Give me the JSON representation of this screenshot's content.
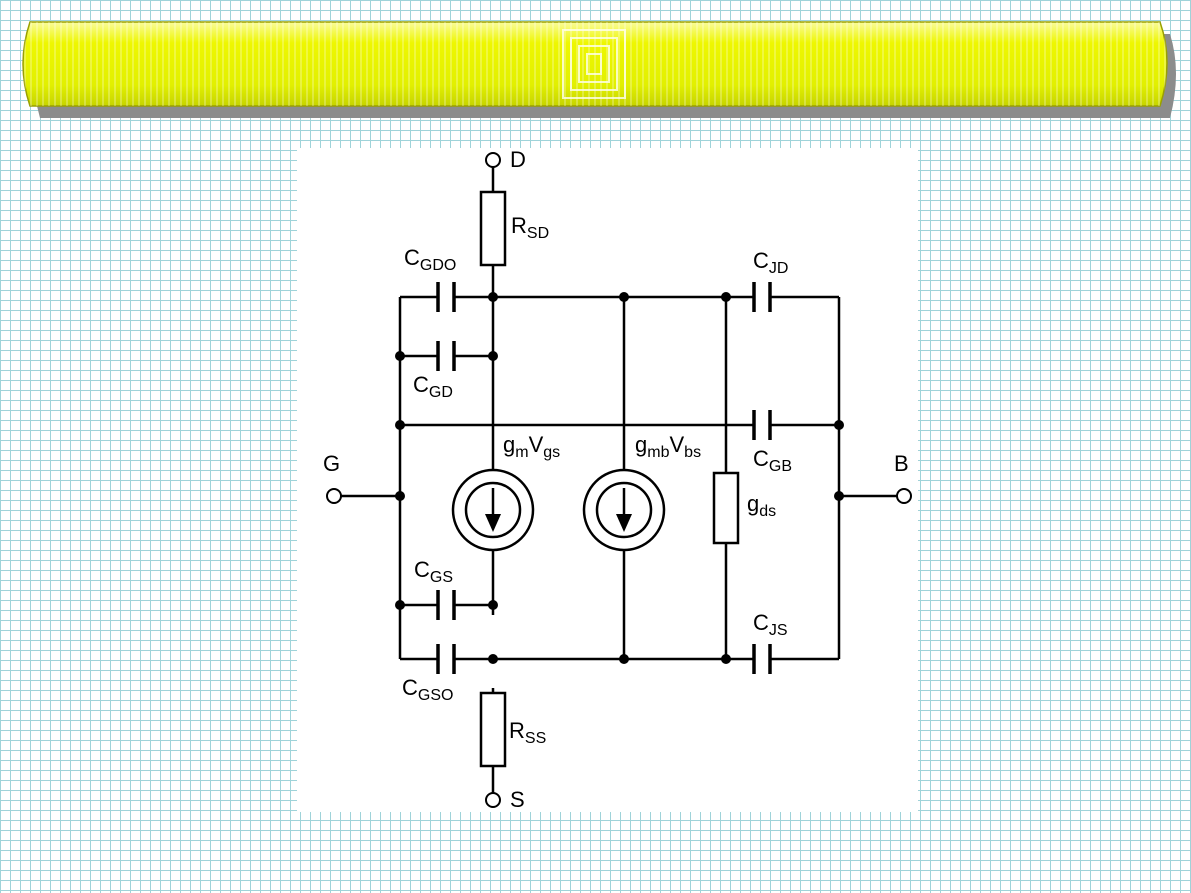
{
  "colors": {
    "grid": "#9fd3d9",
    "banner_fill": "#e6f200",
    "banner_shadow": "#8c8c8c",
    "line": "#000000"
  },
  "terminals": {
    "drain": "D",
    "source": "S",
    "gate": "G",
    "bulk": "B"
  },
  "components": {
    "rsd": {
      "main": "R",
      "sub": "SD"
    },
    "rss": {
      "main": "R",
      "sub": "SS"
    },
    "cgdo": {
      "main": "C",
      "sub": "GDO"
    },
    "cgd": {
      "main": "C",
      "sub": "GD"
    },
    "cgs": {
      "main": "C",
      "sub": "GS"
    },
    "cgso": {
      "main": "C",
      "sub": "GSO"
    },
    "cjd": {
      "main": "C",
      "sub": "JD"
    },
    "cgb": {
      "main": "C",
      "sub": "GB"
    },
    "cjs": {
      "main": "C",
      "sub": "JS"
    },
    "gds": {
      "main": "g",
      "sub": "ds"
    },
    "gm": {
      "main": "g",
      "sub": "m",
      "main2": "V",
      "sub2": "gs"
    },
    "gmb": {
      "main": "g",
      "sub": "mb",
      "main2": "V",
      "sub2": "bs"
    }
  }
}
